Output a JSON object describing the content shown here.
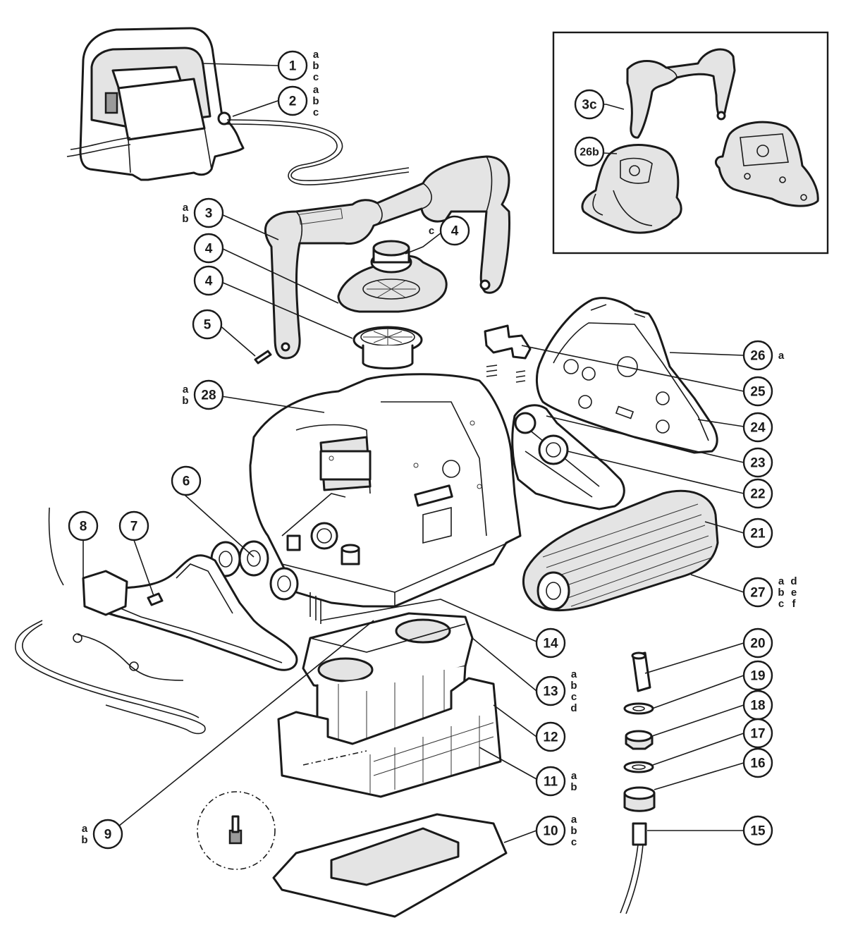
{
  "callouts": [
    {
      "id": "1",
      "label": "1",
      "variants": [
        "a",
        "b",
        "c"
      ]
    },
    {
      "id": "2",
      "label": "2",
      "variants": [
        "a",
        "b",
        "c"
      ]
    },
    {
      "id": "3",
      "label": "3",
      "variants": [
        "a",
        "b"
      ]
    },
    {
      "id": "3c",
      "label": "3c",
      "variants": []
    },
    {
      "id": "26b",
      "label": "26b",
      "variants": []
    },
    {
      "id": "4c",
      "label": "4",
      "variants": [
        "c"
      ]
    },
    {
      "id": "4a",
      "label": "4",
      "variants": []
    },
    {
      "id": "4b",
      "label": "4",
      "variants": []
    },
    {
      "id": "5",
      "label": "5",
      "variants": []
    },
    {
      "id": "26",
      "label": "26",
      "variants": [
        "a"
      ]
    },
    {
      "id": "25",
      "label": "25",
      "variants": []
    },
    {
      "id": "28",
      "label": "28",
      "variants": [
        "a",
        "b"
      ]
    },
    {
      "id": "24",
      "label": "24",
      "variants": []
    },
    {
      "id": "23",
      "label": "23",
      "variants": []
    },
    {
      "id": "6",
      "label": "6",
      "variants": []
    },
    {
      "id": "22",
      "label": "22",
      "variants": []
    },
    {
      "id": "8",
      "label": "8",
      "variants": []
    },
    {
      "id": "7",
      "label": "7",
      "variants": []
    },
    {
      "id": "21",
      "label": "21",
      "variants": []
    },
    {
      "id": "27",
      "label": "27",
      "variants": [
        "a",
        "b",
        "c",
        "d",
        "e",
        "f"
      ]
    },
    {
      "id": "14",
      "label": "14",
      "variants": []
    },
    {
      "id": "20",
      "label": "20",
      "variants": []
    },
    {
      "id": "13",
      "label": "13",
      "variants": [
        "a",
        "b",
        "c",
        "d"
      ]
    },
    {
      "id": "19",
      "label": "19",
      "variants": []
    },
    {
      "id": "18",
      "label": "18",
      "variants": []
    },
    {
      "id": "12",
      "label": "12",
      "variants": []
    },
    {
      "id": "17",
      "label": "17",
      "variants": []
    },
    {
      "id": "16",
      "label": "16",
      "variants": []
    },
    {
      "id": "11",
      "label": "11",
      "variants": [
        "a",
        "b"
      ]
    },
    {
      "id": "15",
      "label": "15",
      "variants": []
    },
    {
      "id": "9",
      "label": "9",
      "variants": [
        "a",
        "b"
      ]
    },
    {
      "id": "10",
      "label": "10",
      "variants": [
        "a",
        "b",
        "c"
      ]
    }
  ]
}
